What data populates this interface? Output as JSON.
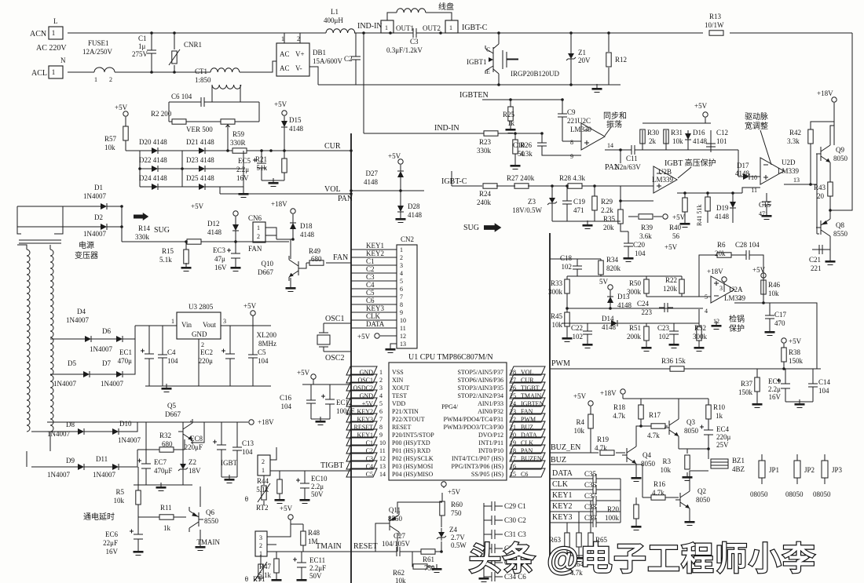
{
  "watermark": {
    "text": "头条 @电子工程师小李"
  },
  "colors": {
    "ink": "#1c1c1c",
    "bg": "#fdfdfb"
  },
  "nets": {
    "cur": "CUR",
    "vol": "VOL",
    "pan": "PAN",
    "sug": "SUG",
    "fan": "FAN",
    "ind_in": "IND-IN",
    "igbt_c": "IGBT-C",
    "igbten": "IGBTEN",
    "osc1": "OSC1",
    "osc2": "OSC2",
    "tigbt": "TIGBT",
    "tmain": "TMAIN",
    "reset": "RESET",
    "pwm": "PWM",
    "buz_en": "BUZ_EN",
    "buz": "BUZ",
    "data": "DATA",
    "clk": "CLK",
    "key1": "KEY1",
    "key2": "KEY2",
    "key3": "KEY3",
    "p5v": "+5V",
    "p5vs": "5V",
    "p18v": "+18V"
  },
  "p": {
    "acn": {
      "r": "ACN",
      "v": "L",
      "pins": [
        "1"
      ]
    },
    "acl": {
      "r": "ACL",
      "v": "N",
      "pins": [
        "1"
      ]
    },
    "ac220": {
      "r": "AC 220V"
    },
    "fuse1": {
      "r": "FUSE1",
      "v": "12A/250V",
      "pins": [
        "1",
        "2"
      ]
    },
    "c1": {
      "r": "C1",
      "v": "1μ",
      "v2": "275V"
    },
    "cnr1": {
      "r": "CNR1"
    },
    "ct1": {
      "r": "CT1",
      "v": "1:850"
    },
    "c6": {
      "r": "C6 104"
    },
    "r2": {
      "r": "R2 200"
    },
    "ver500": {
      "r": "VER 500"
    },
    "db1": {
      "r": "DB1",
      "v": "15A/600V",
      "pins": [
        "1",
        "2"
      ],
      "inner": [
        "AC",
        "V+",
        "AC",
        "V-"
      ]
    },
    "l1": {
      "r": "L1",
      "v": "400μH"
    },
    "coil": {
      "r": "线盘"
    },
    "out1": {
      "r": "OUT1",
      "pins": [
        "1"
      ]
    },
    "out2": {
      "r": "OUT2",
      "pins": [
        "1"
      ]
    },
    "c2": {
      "r": "C2"
    },
    "c3": {
      "r": "C3",
      "v": "0.3μF/1.2kV"
    },
    "igbt1": {
      "r": "IGBT1",
      "v": "IRGP20B120UD",
      "pins": [
        "C",
        "E"
      ]
    },
    "z1": {
      "r": "Z1",
      "v": "20V"
    },
    "r12": {
      "r": "R12"
    },
    "r13": {
      "r": "R13",
      "v": "10/1W"
    },
    "r57": {
      "r": "R57",
      "v": "10k"
    },
    "d20": {
      "r": "D20 4148"
    },
    "d21": {
      "r": "D21 4148"
    },
    "d22": {
      "r": "D22 4148"
    },
    "d23": {
      "r": "D23 4148"
    },
    "d24": {
      "r": "D24 4148"
    },
    "d25": {
      "r": "D25 4148"
    },
    "r59": {
      "r": "R59",
      "v": "330R"
    },
    "d15": {
      "r": "D15",
      "v": "4148"
    },
    "ec5": {
      "r": "EC5",
      "v": "2.2μ",
      "v2": "16V"
    },
    "r21": {
      "r": "R21",
      "v": "51k"
    },
    "d1": {
      "r": "D1",
      "v": "1N4007"
    },
    "d2": {
      "r": "D2",
      "v": "1N4007"
    },
    "r14": {
      "r": "R14",
      "v": "330k"
    },
    "r15": {
      "r": "R15",
      "v": "5.1k"
    },
    "d12": {
      "r": "D12",
      "v": "4148"
    },
    "ec3": {
      "r": "EC3",
      "v": "47μ",
      "v2": "16V"
    },
    "trans": {
      "r": "电源",
      "v": "变压器"
    },
    "cn6": {
      "r": "CN6",
      "v": "FAN",
      "pins": [
        "1",
        "2"
      ]
    },
    "d18": {
      "r": "D18",
      "v": "4148"
    },
    "q10": {
      "r": "Q10",
      "v": "D667"
    },
    "r49": {
      "r": "R49",
      "v": "680"
    },
    "d4": {
      "r": "D4",
      "v": "1N4007"
    },
    "d5": {
      "r": "D5",
      "v": "1N4007"
    },
    "d6": {
      "r": "D6",
      "v": "1N4007"
    },
    "d7": {
      "r": "D7",
      "v": "1N4007"
    },
    "d8": {
      "r": "D8",
      "v": "1N4007"
    },
    "d9": {
      "r": "D9",
      "v": "1N4007"
    },
    "d10": {
      "r": "D10",
      "v": "1N4007"
    },
    "d11": {
      "r": "D11",
      "v": "1N4007"
    },
    "u3": {
      "r": "U3 2805",
      "inner": [
        "Vin",
        "Vout",
        "GND"
      ],
      "pins": [
        "1",
        "3",
        "2"
      ]
    },
    "ec1": {
      "r": "EC1",
      "v": "470μ"
    },
    "c4": {
      "r": "C4",
      "v": "104"
    },
    "ec2": {
      "r": "EC2",
      "v": "220μ"
    },
    "c5": {
      "r": "C5",
      "v": "104"
    },
    "xl200": {
      "r": "XL200",
      "v": "8MHz"
    },
    "c16": {
      "r": "C16",
      "v": "104"
    },
    "ec12": {
      "r": "EC12",
      "v": "100μF"
    },
    "q5": {
      "r": "Q5",
      "v": "D667"
    },
    "r32": {
      "r": "R32",
      "v": "680"
    },
    "ec7": {
      "r": "EC7",
      "v": "470μF"
    },
    "z2": {
      "r": "Z2",
      "v": "18V"
    },
    "ec8": {
      "r": "EC8",
      "v": "220μF"
    },
    "c13": {
      "r": "C13",
      "v": "104"
    },
    "r5": {
      "r": "R5",
      "v": "10k"
    },
    "r11": {
      "r": "R11",
      "v": "1k"
    },
    "q6": {
      "r": "Q6",
      "v": "8550"
    },
    "ec6": {
      "r": "EC6",
      "v": "22μF",
      "v2": "16V"
    },
    "delay": {
      "r": "通电延时"
    },
    "igbtconn": {
      "r": "IGBT",
      "pins": [
        "2",
        "1"
      ]
    },
    "r44": {
      "r": "R44",
      "v": "5.1k"
    },
    "rt2": {
      "r": "RT2",
      "sym": "θ"
    },
    "ec10": {
      "r": "EC10",
      "v": "2.2μ",
      "v2": "50V"
    },
    "tmainconn": {
      "r": "TMAIN",
      "pins": [
        "3",
        "2",
        "1"
      ]
    },
    "r47": {
      "r": "R47",
      "v": "5.1k"
    },
    "rt1": {
      "r": "RT1",
      "sym": "θ"
    },
    "r48": {
      "r": "R48",
      "v": "1M"
    },
    "ec11": {
      "r": "EC11",
      "v": "2.2μF",
      "v2": "50V"
    },
    "q11": {
      "r": "Q11",
      "v": "8550"
    },
    "r60": {
      "r": "R60",
      "v": "750"
    },
    "z4": {
      "r": "Z4",
      "v": "2.7V",
      "v2": "0.5W"
    },
    "c27": {
      "r": "C27",
      "v": "104/105V"
    },
    "r61": {
      "r": "R61",
      "v": "750"
    },
    "r62": {
      "r": "R62",
      "v": "10k"
    },
    "r25": {
      "r": "R25",
      "v": "1k"
    },
    "c9": {
      "r": "C9",
      "v": "221"
    },
    "r23": {
      "r": "R23",
      "v": "330k"
    },
    "r26": {
      "r": "R26",
      "v": "4.3k"
    },
    "c10": {
      "r": "C10",
      "v": "50"
    },
    "u2c": {
      "r": "U2C",
      "v": "LM339",
      "pins": [
        "8",
        "9",
        "14"
      ]
    },
    "sync": {
      "r": "同步和",
      "v": "振荡"
    },
    "c11": {
      "r": "C11",
      "v": "2.2n/63V"
    },
    "r30": {
      "r": "R30",
      "v": "2k"
    },
    "r31": {
      "r": "R31",
      "v": "10k"
    },
    "d16": {
      "r": "D16",
      "v": "4148"
    },
    "c12": {
      "r": "C12",
      "v": "101"
    },
    "hv": {
      "r": "IGBT 高压保护"
    },
    "u2b": {
      "r": "U2B",
      "v": "LM339"
    },
    "r24": {
      "r": "R24",
      "v": "240k"
    },
    "r27": {
      "r": "R27 240k"
    },
    "r28": {
      "r": "R28 4.3k"
    },
    "z3": {
      "r": "Z3",
      "v": "18V/0.5W"
    },
    "c19": {
      "r": "C19",
      "v": "471"
    },
    "r29": {
      "r": "R29",
      "v": "2.2k"
    },
    "r35": {
      "r": "R35",
      "v": "20k"
    },
    "r39": {
      "r": "R39",
      "v": "3.6k"
    },
    "r40": {
      "r": "R40",
      "v": "56"
    },
    "r41": {
      "r": "R41 51k"
    },
    "d19": {
      "r": "D19",
      "v": "4148"
    },
    "c20": {
      "r": "C20",
      "v": "104"
    },
    "d17": {
      "r": "D17",
      "v": "4148"
    },
    "u2d": {
      "r": "U2D",
      "v": "LM339",
      "pins": [
        "10",
        "11",
        "13"
      ]
    },
    "drive": {
      "r": "驱动脉",
      "v": "宽调整"
    },
    "c15": {
      "r": "C15",
      "v": "471"
    },
    "r42": {
      "r": "R42",
      "v": "3.3k"
    },
    "q9": {
      "r": "Q9",
      "v": "8050"
    },
    "r43": {
      "r": "R43",
      "v": "20"
    },
    "q8": {
      "r": "Q8",
      "v": "8550"
    },
    "c21": {
      "r": "C21",
      "v": "221"
    },
    "d27": {
      "r": "D27",
      "v": "4148"
    },
    "d28": {
      "r": "D28",
      "v": "4148"
    },
    "c18": {
      "r": "C18",
      "v": "102"
    },
    "r34": {
      "r": "R34",
      "v": "820k"
    },
    "r33": {
      "r": "R33",
      "v": "300k"
    },
    "r45": {
      "r": "R45",
      "v": "10k"
    },
    "c22": {
      "r": "C22",
      "v": "102"
    },
    "d13": {
      "r": "D13",
      "v": "4148"
    },
    "d14": {
      "r": "D14",
      "v": "4148"
    },
    "r50": {
      "r": "R50",
      "v": "300k"
    },
    "c24": {
      "r": "C24",
      "v": "223"
    },
    "r51": {
      "r": "R51",
      "v": "200k"
    },
    "c23": {
      "r": "C23",
      "v": "102"
    },
    "r22": {
      "r": "R22",
      "v": "120k"
    },
    "r52": {
      "r": "R52",
      "v": "300k"
    },
    "r6": {
      "r": "R6",
      "v": "20k"
    },
    "c28": {
      "r": "C28 104"
    },
    "u2a": {
      "r": "U2A",
      "v": "LM339",
      "pins": [
        "5",
        "4",
        "3",
        "12",
        "2"
      ]
    },
    "pot": {
      "r": "检锅",
      "v": "保护"
    },
    "r46": {
      "r": "R46",
      "v": "10k"
    },
    "c17": {
      "r": "C17",
      "v": "470"
    },
    "r38": {
      "r": "R38",
      "v": "150k"
    },
    "r36": {
      "r": "R36 15k"
    },
    "r37": {
      "r": "R37",
      "v": "150k"
    },
    "ec9": {
      "r": "EC9",
      "v": "2.2μ",
      "v2": "16V"
    },
    "c14": {
      "r": "C14",
      "v": "104"
    },
    "r18": {
      "r": "R18",
      "v": "4.7k"
    },
    "r17": {
      "r": "R17",
      "v": "4.7k"
    },
    "q3": {
      "r": "Q3",
      "v": "8050"
    },
    "r10": {
      "r": "R10",
      "v": "1k"
    },
    "ec4": {
      "r": "EC4",
      "v": "220μ",
      "v2": "25V"
    },
    "r4": {
      "r": "R4",
      "v": "10k"
    },
    "r19": {
      "r": "R19",
      "v": "4.7k"
    },
    "q4": {
      "r": "Q4",
      "v": "8050"
    },
    "r3": {
      "r": "R3",
      "v": "10k"
    },
    "bz1": {
      "r": "BZ1",
      "v": "4BZ"
    },
    "r16": {
      "r": "R16",
      "v": "4.7k"
    },
    "r20": {
      "r": "R20",
      "v": "100k"
    },
    "q2": {
      "r": "Q2",
      "v": "8050"
    },
    "c35": {
      "r": "C35"
    },
    "c36": {
      "r": "C36"
    },
    "c37": {
      "r": "C37"
    },
    "c38": {
      "r": "C38"
    },
    "c39": {
      "r": "C39"
    },
    "c29": {
      "r": "C29 C1"
    },
    "c30": {
      "r": "C30 C2"
    },
    "c31": {
      "r": "C31 C3"
    },
    "c32": {
      "r": "C32 C4"
    },
    "c33": {
      "r": "C33 C5"
    },
    "c34": {
      "r": "C34 C6"
    },
    "r63": {
      "r": "R63"
    },
    "r64": {
      "r": "R64",
      "v": "4.7k"
    },
    "r65": {
      "r": "R65"
    },
    "jp1": {
      "r": "JP1",
      "v": "08050"
    },
    "jp2": {
      "r": "JP2",
      "v": "08050"
    },
    "jp3": {
      "r": "JP3",
      "v": "08050"
    }
  },
  "cn2": {
    "name": "CN2",
    "nums": [
      "1",
      "2",
      "3",
      "4",
      "5",
      "6",
      "7",
      "8",
      "9",
      "10",
      "11",
      "12",
      "13"
    ],
    "labels": [
      "KEY1",
      "KEY2",
      "C1",
      "C2",
      "C3",
      "C4",
      "C5",
      "C6",
      "KEY3",
      "CLK",
      "DATA",
      "+5V"
    ]
  },
  "cpu": {
    "title": "U1 CPU TMP86C807M/N",
    "ppg4": "PPG4/",
    "left": [
      {
        "o": "GND",
        "n": "1",
        "i": "VSS"
      },
      {
        "o": "OSC1",
        "n": "2",
        "i": "XIN"
      },
      {
        "o": "OSDC2",
        "n": "3",
        "i": "XOUT"
      },
      {
        "o": "GND",
        "n": "4",
        "i": "TEST"
      },
      {
        "o": "+5V",
        "n": "5",
        "i": "VDD"
      },
      {
        "o": "KEY2",
        "n": "6",
        "i": "P21/XTIN"
      },
      {
        "o": "KEY3",
        "n": "7",
        "i": "P22/XTOUT"
      },
      {
        "o": "RESET",
        "n": "8",
        "i": "RESET"
      },
      {
        "o": "KEY1",
        "n": "9",
        "i": "P20/INT5/STOP"
      },
      {
        "o": "C1",
        "n": "10",
        "i": "P00 (HS)/TXD"
      },
      {
        "o": "C2",
        "n": "11",
        "i": "P01 (HS) RXD"
      },
      {
        "o": "C3",
        "n": "12",
        "i": "P02 (HS)/SCLK"
      },
      {
        "o": "C4",
        "n": "13",
        "i": "P03 (HS)/MOSI"
      },
      {
        "o": "C5",
        "n": "14",
        "i": "P04 (HS)/MISO"
      }
    ],
    "right": [
      {
        "n": "28",
        "o": "VOL",
        "i": "STOP5/AIN5/P37"
      },
      {
        "n": "27",
        "o": "CUR",
        "i": "STOP6/AIN6/P36"
      },
      {
        "n": "26",
        "o": "TIGBT",
        "i": "STOP3/AIN3/P35"
      },
      {
        "n": "25",
        "o": "TMAIN",
        "i": "STOP2/AIN2/P34"
      },
      {
        "n": "24",
        "o": "IGBTEN",
        "i": "AIN1/P33"
      },
      {
        "n": "23",
        "o": "FAN",
        "i": "AIN0/P32"
      },
      {
        "n": "22",
        "o": "PWM",
        "i": "PWM4/PDO4/TC4/P31"
      },
      {
        "n": "21",
        "o": "BUZ",
        "i": "PWM3/PDO3/TC3/P30"
      },
      {
        "n": "20",
        "o": "DATA",
        "i": "DVO/P12"
      },
      {
        "n": "19",
        "o": "CLK",
        "i": "INT1/P11"
      },
      {
        "n": "18",
        "o": "PAN",
        "i": "INT0/P10"
      },
      {
        "n": "17",
        "o": "BUZEN",
        "i": "INT4/TC1/P07 (HS)"
      },
      {
        "n": "16",
        "o": "",
        "i": "PPG/INT3/P06 (HS)"
      },
      {
        "n": "15",
        "o": "C6",
        "i": "SS/P05 (HS)"
      }
    ]
  }
}
